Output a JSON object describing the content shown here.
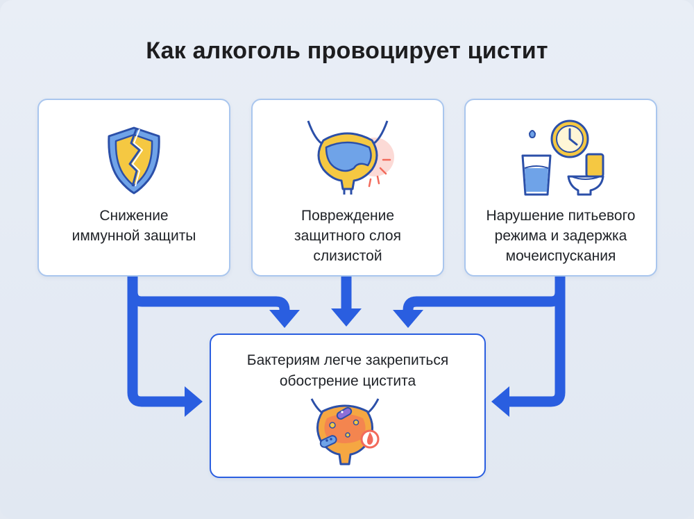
{
  "title": "Как алкоголь провоцирует цистит",
  "causes": [
    {
      "icon": "broken-shield-icon",
      "label_lines": [
        "Снижение",
        "иммунной защиты"
      ]
    },
    {
      "icon": "bladder-irritation-icon",
      "label_lines": [
        "Повреждение",
        "защитного слоя",
        "слизистой"
      ]
    },
    {
      "icon": "water-clock-toilet-icon",
      "label_lines": [
        "Нарушение питьевого",
        "режима и задержка",
        "мочеиспускания"
      ]
    }
  ],
  "result": {
    "label_lines": [
      "Бактериям легче закрепиться",
      "обострение цистита"
    ],
    "icon": "infected-bladder-icon"
  },
  "colors": {
    "arrow": "#2a5ee0",
    "card_border": "#a9c6ee",
    "result_border": "#2a5ee0",
    "icon_yellow": "#f5c842",
    "icon_blue": "#6fa3e8",
    "icon_outline": "#2b4fa8",
    "inflammation": "#f26a5b"
  }
}
